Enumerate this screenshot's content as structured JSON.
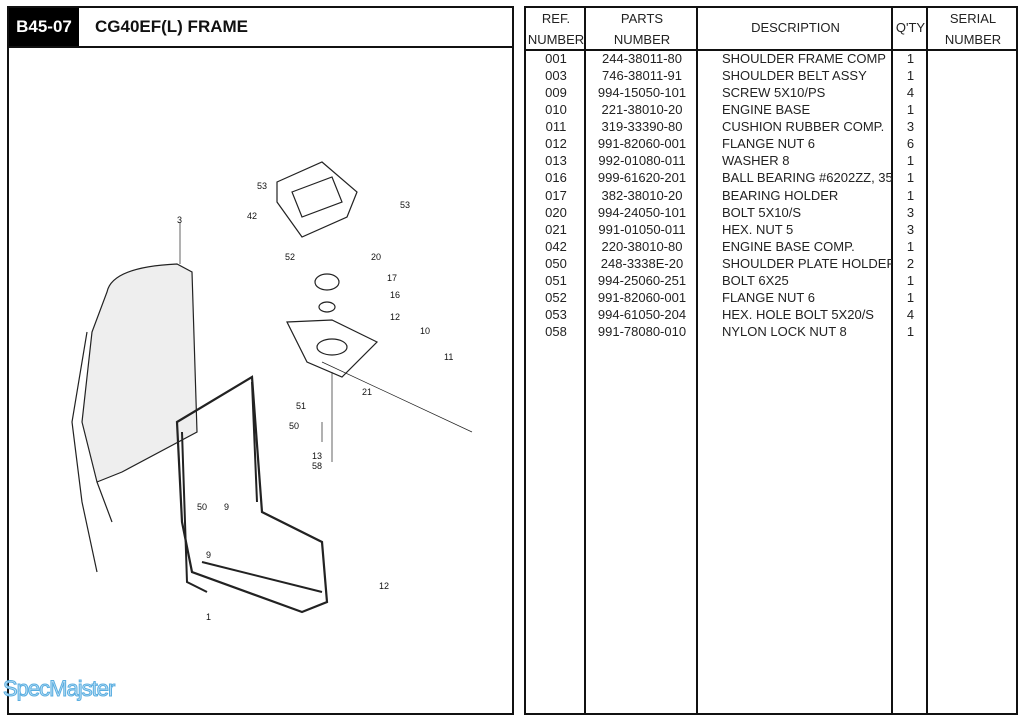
{
  "header": {
    "code": "B45-07",
    "title": "CG40EF(L)  FRAME"
  },
  "table": {
    "headers": {
      "ref": [
        "REF.",
        "NUMBER"
      ],
      "parts": [
        "PARTS",
        "NUMBER"
      ],
      "description": "DESCRIPTION",
      "qty": "Q'TY",
      "serial": [
        "SERIAL",
        "NUMBER"
      ]
    },
    "rows": [
      {
        "ref": "001",
        "part": "244-38011-80",
        "desc": "SHOULDER FRAME COMP",
        "qty": "1"
      },
      {
        "ref": "003",
        "part": "746-38011-91",
        "desc": "SHOULDER BELT ASSY",
        "qty": "1"
      },
      {
        "ref": "009",
        "part": "994-15050-101",
        "desc": "SCREW 5X10/PS",
        "qty": "4"
      },
      {
        "ref": "010",
        "part": "221-38010-20",
        "desc": "ENGINE BASE",
        "qty": "1"
      },
      {
        "ref": "011",
        "part": "319-33390-80",
        "desc": "CUSHION RUBBER COMP.",
        "qty": "3"
      },
      {
        "ref": "012",
        "part": "991-82060-001",
        "desc": "FLANGE NUT 6",
        "qty": "6"
      },
      {
        "ref": "013",
        "part": "992-01080-011",
        "desc": "WASHER 8",
        "qty": "1"
      },
      {
        "ref": "016",
        "part": "999-61620-201",
        "desc": "BALL BEARING #6202ZZ, 35",
        "qty": "1"
      },
      {
        "ref": "017",
        "part": "382-38010-20",
        "desc": "BEARING HOLDER",
        "qty": "1"
      },
      {
        "ref": "020",
        "part": "994-24050-101",
        "desc": "BOLT 5X10/S",
        "qty": "3"
      },
      {
        "ref": "021",
        "part": "991-01050-011",
        "desc": "HEX. NUT 5",
        "qty": "3"
      },
      {
        "ref": "042",
        "part": "220-38010-80",
        "desc": "ENGINE BASE COMP.",
        "qty": "1"
      },
      {
        "ref": "050",
        "part": "248-3338E-20",
        "desc": "SHOULDER PLATE HOLDER",
        "qty": "2"
      },
      {
        "ref": "051",
        "part": "994-25060-251",
        "desc": "BOLT 6X25",
        "qty": "1"
      },
      {
        "ref": "052",
        "part": "991-82060-001",
        "desc": "FLANGE NUT 6",
        "qty": "1"
      },
      {
        "ref": "053",
        "part": "994-61050-204",
        "desc": "HEX. HOLE BOLT 5X20/S",
        "qty": "4"
      },
      {
        "ref": "058",
        "part": "991-78080-010",
        "desc": "NYLON LOCK NUT 8",
        "qty": "1"
      }
    ]
  },
  "callouts": [
    "53",
    "42",
    "53",
    "3",
    "52",
    "20",
    "17",
    "16",
    "12",
    "10",
    "11",
    "21",
    "51",
    "50",
    "13",
    "58",
    "50",
    "9",
    "9",
    "12",
    "1"
  ],
  "watermark": "SpecMajster"
}
